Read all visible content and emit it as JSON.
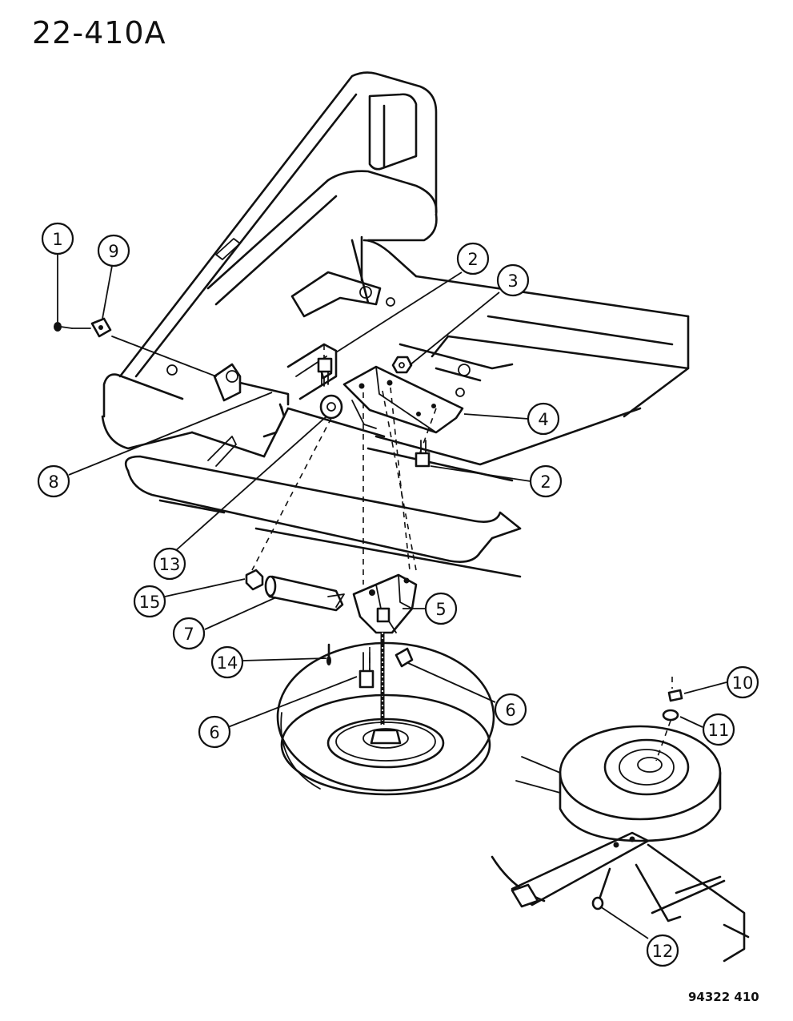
{
  "figure_id": "22-410A",
  "drawing_number": "94322 410",
  "callouts": [
    "1",
    "9",
    "2",
    "3",
    "4",
    "8",
    "2",
    "13",
    "15",
    "5",
    "7",
    "14",
    "6",
    "6",
    "10",
    "11",
    "12"
  ]
}
